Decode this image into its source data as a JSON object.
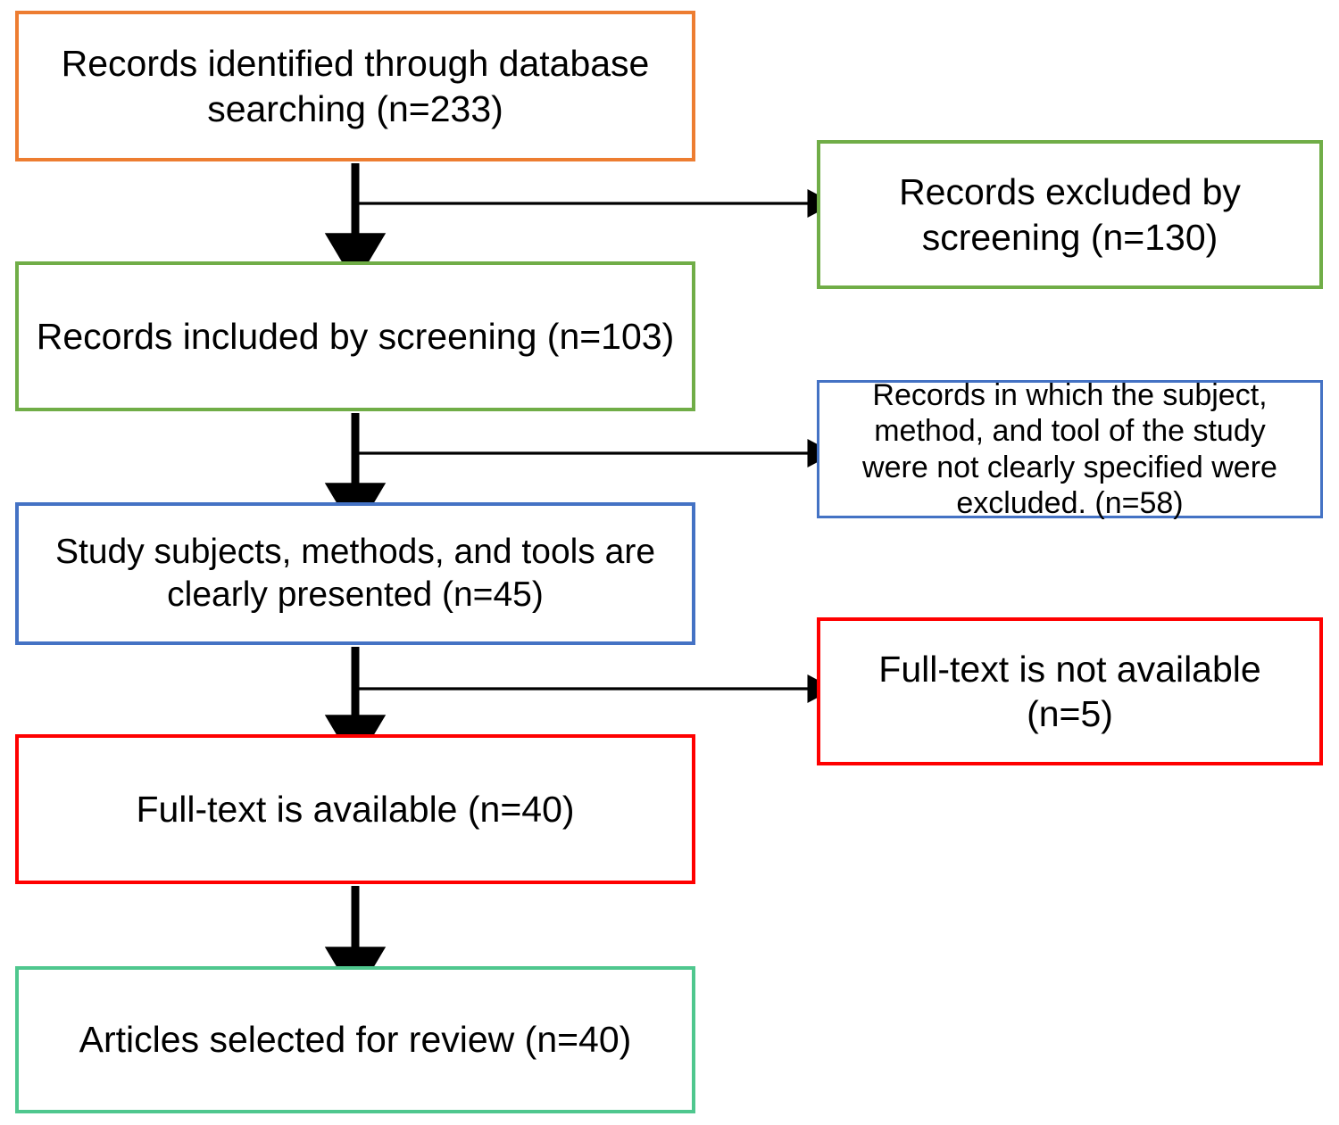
{
  "diagram": {
    "type": "prisma-flow-diagram",
    "title": "",
    "colors": {
      "identified": "#ED7D31",
      "screening": "#70AD47",
      "eligibility": "#4472C4",
      "fulltext": "#FF0000",
      "included": "#4FC78E",
      "connector": "#000000",
      "background": "#FFFFFF"
    },
    "nodes": [
      {
        "id": "identified",
        "column": "left",
        "label": "Records identified through database\nsearching (n=233)",
        "count": 233,
        "border_color": "#ED7D31"
      },
      {
        "id": "excluded-screening",
        "column": "right",
        "label": "Records excluded by\nscreening (n=130)",
        "count": 130,
        "border_color": "#70AD47"
      },
      {
        "id": "included",
        "column": "left",
        "label": "Records included by screening (n=103)",
        "count": 103,
        "border_color": "#70AD47"
      },
      {
        "id": "excluded-unclear",
        "column": "right",
        "label": "Records in which the subject,\nmethod, and tool of the study\nwere not clearly specified were\nexcluded. (n=58)",
        "count": 58,
        "border_color": "#4472C4"
      },
      {
        "id": "presented",
        "column": "left",
        "label": "Study subjects, methods, and tools are\nclearly presented (n=45)",
        "count": 45,
        "border_color": "#4472C4"
      },
      {
        "id": "fulltext-missing",
        "column": "right",
        "label": "Full-text is not available\n(n=5)",
        "count": 5,
        "border_color": "#FF0000"
      },
      {
        "id": "fulltext-available",
        "column": "left",
        "label": "Full-text is available (n=40)",
        "count": 40,
        "border_color": "#FF0000"
      },
      {
        "id": "articles-selected",
        "column": "left",
        "label": "Articles selected for review (n=40)",
        "count": 40,
        "border_color": "#4FC78E"
      }
    ],
    "edges": [
      {
        "from": "identified",
        "to": "included",
        "kind": "vertical-thick"
      },
      {
        "from": "identified",
        "to": "excluded-screening",
        "kind": "horizontal-thin"
      },
      {
        "from": "included",
        "to": "presented",
        "kind": "vertical-thick"
      },
      {
        "from": "included",
        "to": "excluded-unclear",
        "kind": "horizontal-thin"
      },
      {
        "from": "presented",
        "to": "fulltext-available",
        "kind": "vertical-thick"
      },
      {
        "from": "presented",
        "to": "fulltext-missing",
        "kind": "horizontal-thin"
      },
      {
        "from": "fulltext-available",
        "to": "articles-selected",
        "kind": "vertical-thick"
      }
    ]
  }
}
